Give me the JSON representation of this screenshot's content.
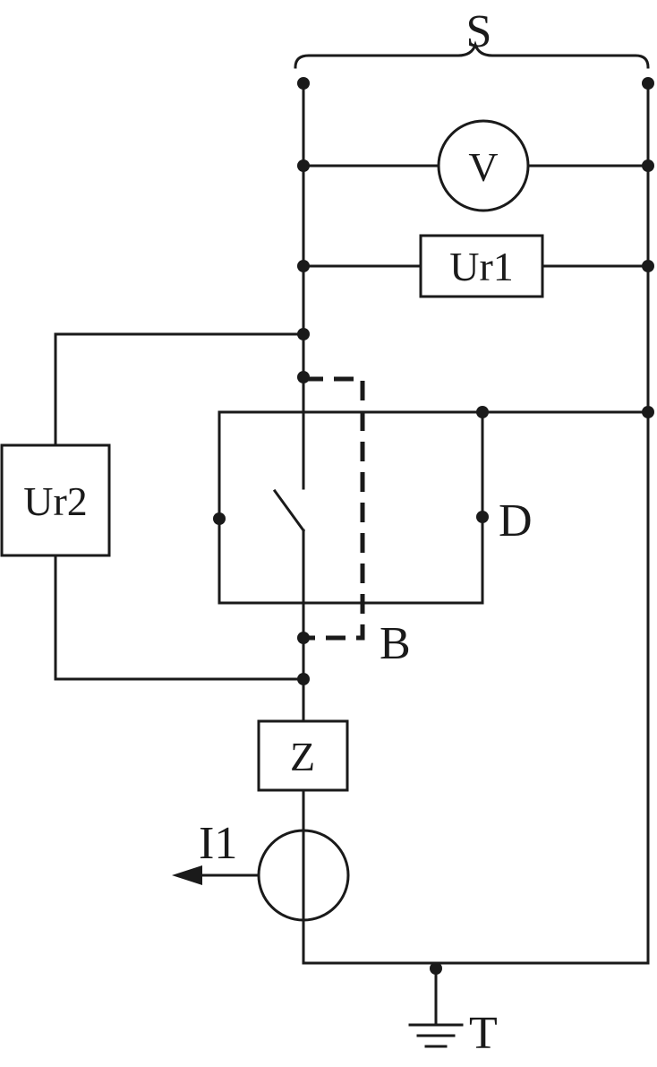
{
  "labels": {
    "s": "S",
    "v": "V",
    "ur1": "Ur1",
    "ur2": "Ur2",
    "d": "D",
    "b": "B",
    "z": "Z",
    "i1": "I1",
    "t": "T"
  }
}
